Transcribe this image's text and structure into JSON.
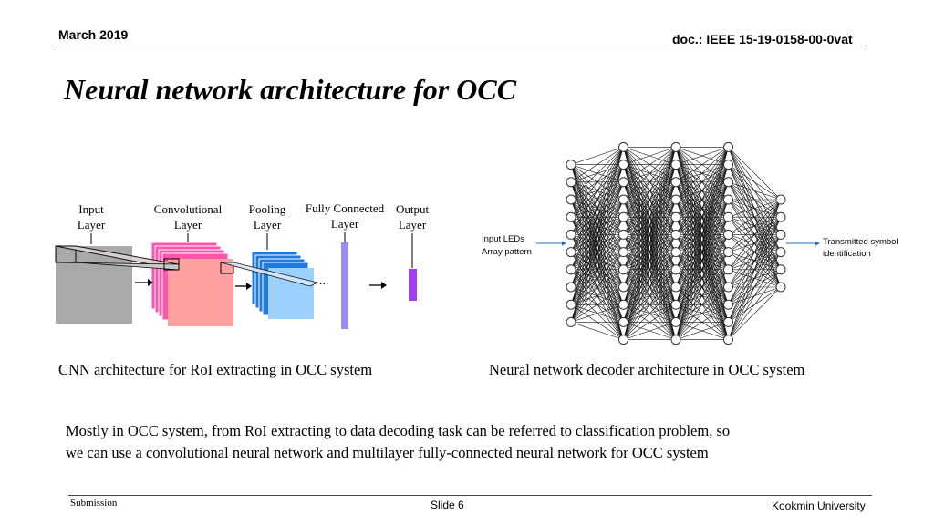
{
  "header": {
    "date": "March 2019",
    "doc_id": "doc.: IEEE 15-19-0158-00-0vat"
  },
  "slide": {
    "title": "Neural network architecture for OCC"
  },
  "cnn_figure": {
    "layers": [
      {
        "line1": "Input",
        "line2": "Layer",
        "color": "#a9a9a9"
      },
      {
        "line1": "Convolutional",
        "line2": "Layer",
        "color": "#ff55aa"
      },
      {
        "line1": "Pooling",
        "line2": "Layer",
        "color": "#1f7ae0"
      },
      {
        "line1": "Fully Connected",
        "line2": "Layer",
        "color": "#9b8cf0"
      },
      {
        "line1": "Output",
        "line2": "Layer",
        "color": "#a040f0"
      }
    ],
    "ellipsis": "...",
    "caption": "CNN architecture for RoI extracting in OCC system"
  },
  "nn_figure": {
    "input_label_line1": "Input LEDs",
    "input_label_line2": "Array pattern",
    "output_label_line1": "Transmitted symbol",
    "output_label_line2": "identification",
    "layer_sizes": [
      10,
      12,
      12,
      12,
      6
    ],
    "caption": "Neural network decoder architecture in OCC system"
  },
  "body": {
    "line1": "Mostly in OCC system, from RoI extracting to data decoding task can be referred to classification problem, so",
    "line2": "we can use a convolutional neural network and multilayer fully-connected neural network for OCC system"
  },
  "footer": {
    "left": "Submission",
    "center": "Slide 6",
    "right": "Kookmin University"
  }
}
